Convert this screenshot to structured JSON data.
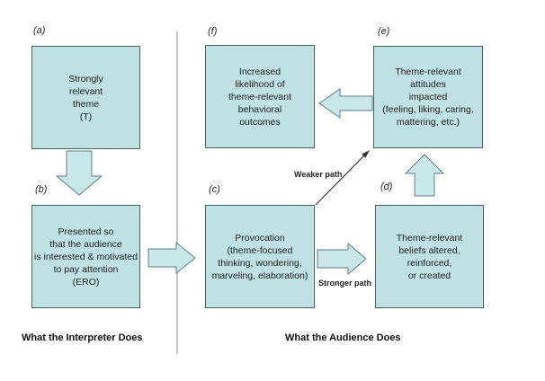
{
  "diagram": {
    "boxes": [
      {
        "id": "a",
        "tag": "(a)",
        "text": "Strongly\nrelevant\ntheme\n(T)"
      },
      {
        "id": "b",
        "tag": "(b)",
        "text": "Presented so\nthat the audience\nis interested & motivated\nto pay attention\n(ERO)"
      },
      {
        "id": "c",
        "tag": "(c)",
        "text": "Provocation\n(theme-focused\nthinking, wondering,\nmarveling, elaboration)"
      },
      {
        "id": "d",
        "tag": "(d)",
        "text": "Theme-relevant\nbeliefs altered,\nreinforced,\nor created"
      },
      {
        "id": "e",
        "tag": "(e)",
        "text": "Theme-relevant\nattitudes\nimpacted\n(feeling, liking, caring,\nmattering, etc.)"
      },
      {
        "id": "f",
        "tag": "(f)",
        "text": "Increased\nlikelihood of\ntheme-relevant\nbehavioral\noutcomes"
      }
    ],
    "path_labels": {
      "weaker": "Weaker path",
      "stronger": "Stronger path"
    },
    "section_labels": {
      "interpreter": "What the Interpreter Does",
      "audience": "What the Audience Does"
    },
    "colors": {
      "box_fill": "#bfe1e4",
      "box_border": "#44626b",
      "arrow_fill": "#c9e6e9",
      "arrow_border": "#5f7e85",
      "divider": "#8a8a8a",
      "thin_arrow": "#333333"
    }
  }
}
